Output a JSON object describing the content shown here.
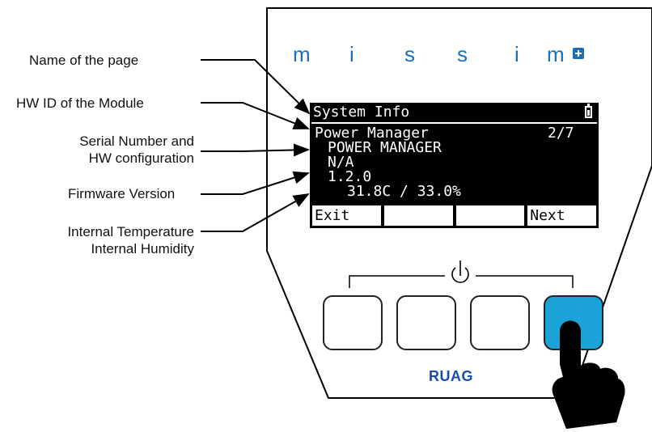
{
  "annotations": [
    {
      "id": "name",
      "text": "Name of the page"
    },
    {
      "id": "hwid",
      "text": "HW ID of the Module"
    },
    {
      "id": "serial",
      "lines": [
        "Serial Number and",
        "HW configuration"
      ]
    },
    {
      "id": "firmware",
      "text": "Firmware Version"
    },
    {
      "id": "temp",
      "lines": [
        "Internal Temperature",
        "Internal Humidity"
      ]
    }
  ],
  "brand": {
    "letters": [
      "m",
      "i",
      "s",
      "s",
      "i",
      "m"
    ],
    "plus_icon": "plus-square-icon",
    "color": "#1a6fb5"
  },
  "screen": {
    "title": "System Info",
    "battery_icon": "battery-icon",
    "module_name": "Power Manager",
    "page_indicator": "2/7",
    "hw_id": "POWER MANAGER",
    "serial": "N/A",
    "firmware": "1.2.0",
    "temp_humidity": "31.8C / 33.0%",
    "softkeys": [
      "Exit",
      "",
      "",
      "Next"
    ]
  },
  "keypad": {
    "power_icon": "power-icon",
    "active_button_color": "#1ba3d9",
    "pressed_button": 4,
    "hand_icon": "pointing-hand-icon"
  },
  "maker": "RUAG"
}
